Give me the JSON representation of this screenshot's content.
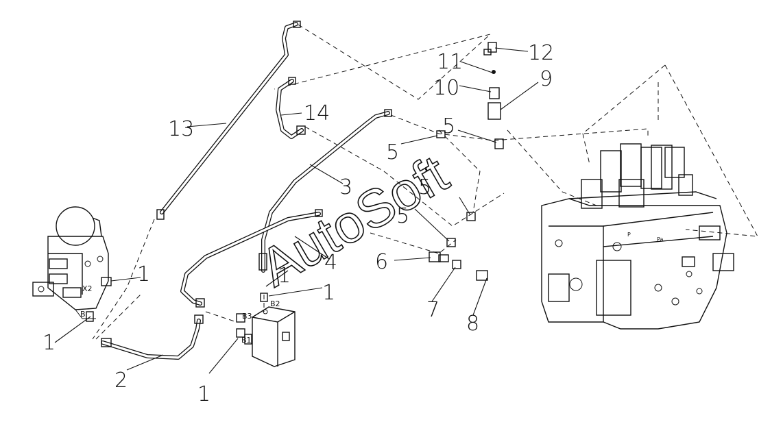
{
  "watermark": "AutoSoft",
  "callouts": [
    "1",
    "1",
    "1",
    "1",
    "1",
    "2",
    "3",
    "4",
    "5",
    "5",
    "5",
    "5",
    "6",
    "7",
    "8",
    "9",
    "10",
    "11",
    "12",
    "13",
    "14"
  ],
  "port_labels": [
    "X2",
    "B",
    "B3",
    "B2",
    "B1",
    "P",
    "Pa"
  ],
  "colors": {
    "line": "#111111",
    "background": "#ffffff"
  }
}
